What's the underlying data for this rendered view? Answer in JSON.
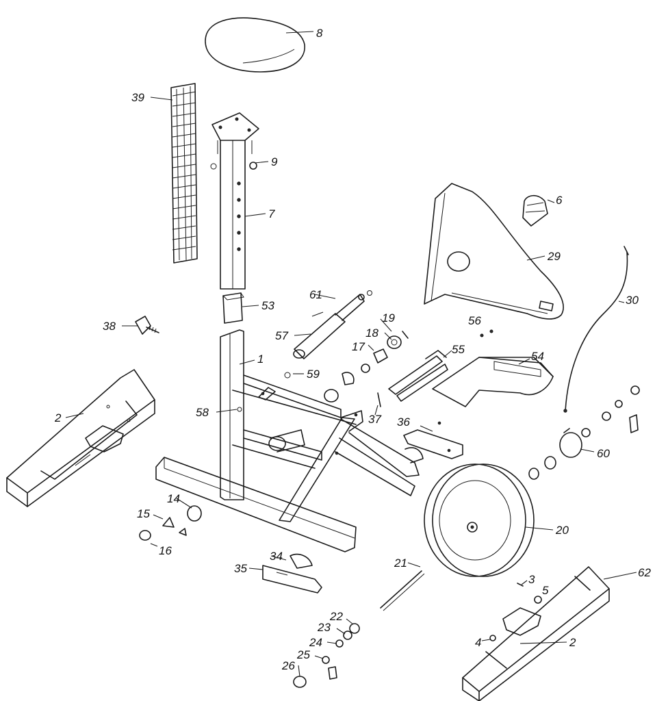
{
  "callouts": {
    "p1": "1",
    "p2a": "2",
    "p2b": "2",
    "p3": "3",
    "p4": "4",
    "p5": "5",
    "p6": "6",
    "p7": "7",
    "p8": "8",
    "p9": "9",
    "p14": "14",
    "p15": "15",
    "p16": "16",
    "p17": "17",
    "p18": "18",
    "p19": "19",
    "p20": "20",
    "p21": "21",
    "p22": "22",
    "p23": "23",
    "p24": "24",
    "p25": "25",
    "p26": "26",
    "p29": "29",
    "p30": "30",
    "p34": "34",
    "p35": "35",
    "p36": "36",
    "p37": "37",
    "p38": "38",
    "p39": "39",
    "p53": "53",
    "p54": "54",
    "p55": "55",
    "p56": "56",
    "p57": "57",
    "p58": "58",
    "p59": "59",
    "p60": "60",
    "p61": "61",
    "p62": "62"
  }
}
